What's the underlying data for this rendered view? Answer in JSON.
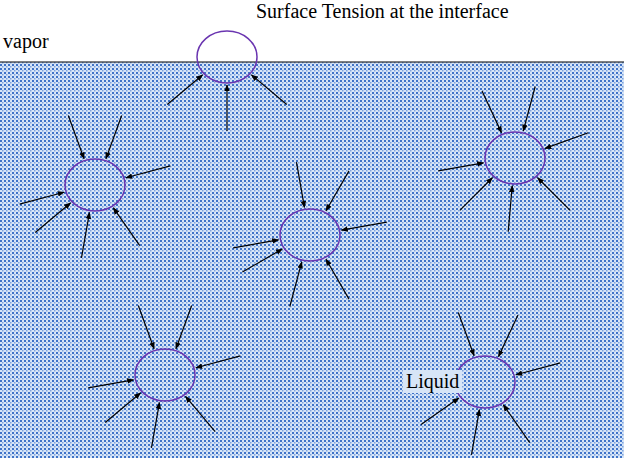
{
  "diagram": {
    "labels": [
      "Surface Tension at the interface",
      "vapor",
      "Liquid"
    ]
  }
}
